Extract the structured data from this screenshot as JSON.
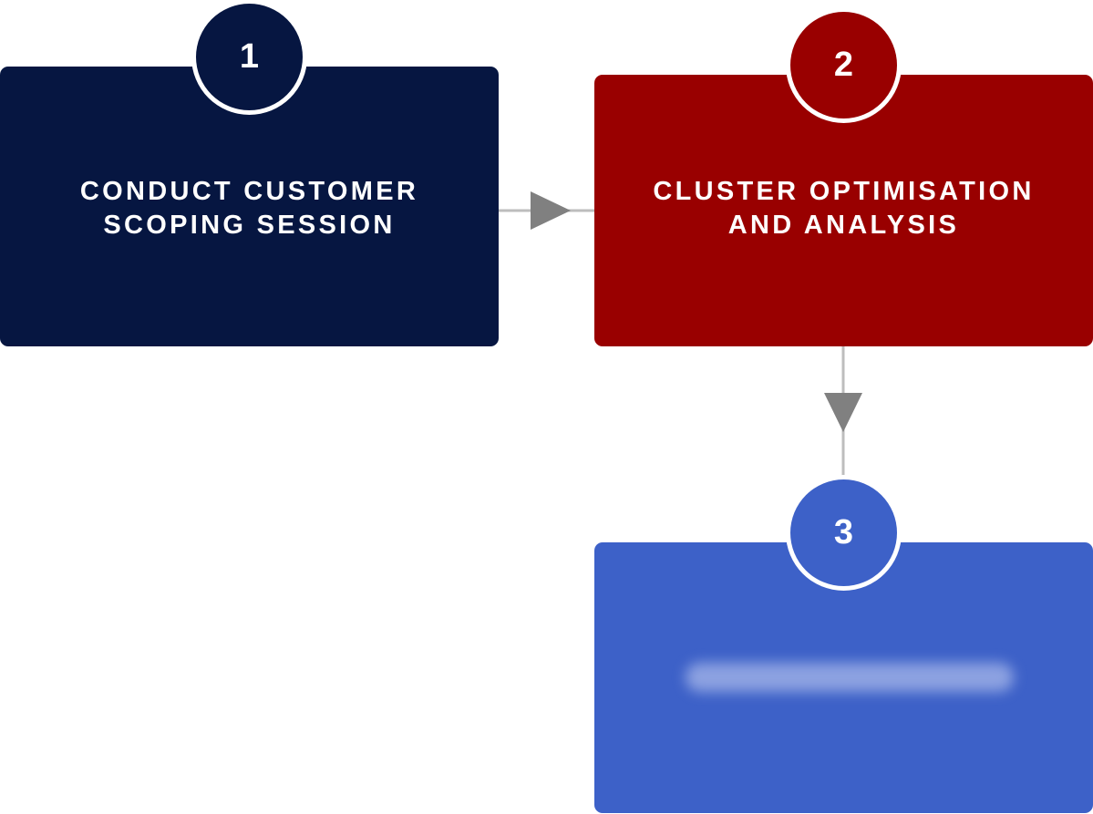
{
  "steps": [
    {
      "number": "1",
      "title": "CONDUCT CUSTOMER\nSCOPING SESSION",
      "color": "#061641"
    },
    {
      "number": "2",
      "title": "CLUSTER OPTIMISATION\nAND ANALYSIS",
      "color": "#990000"
    },
    {
      "number": "3",
      "title": "",
      "title_obscured": true,
      "color": "#3D61C8"
    }
  ],
  "connector_color": "#BDBDBD",
  "arrowhead_color": "#808080"
}
